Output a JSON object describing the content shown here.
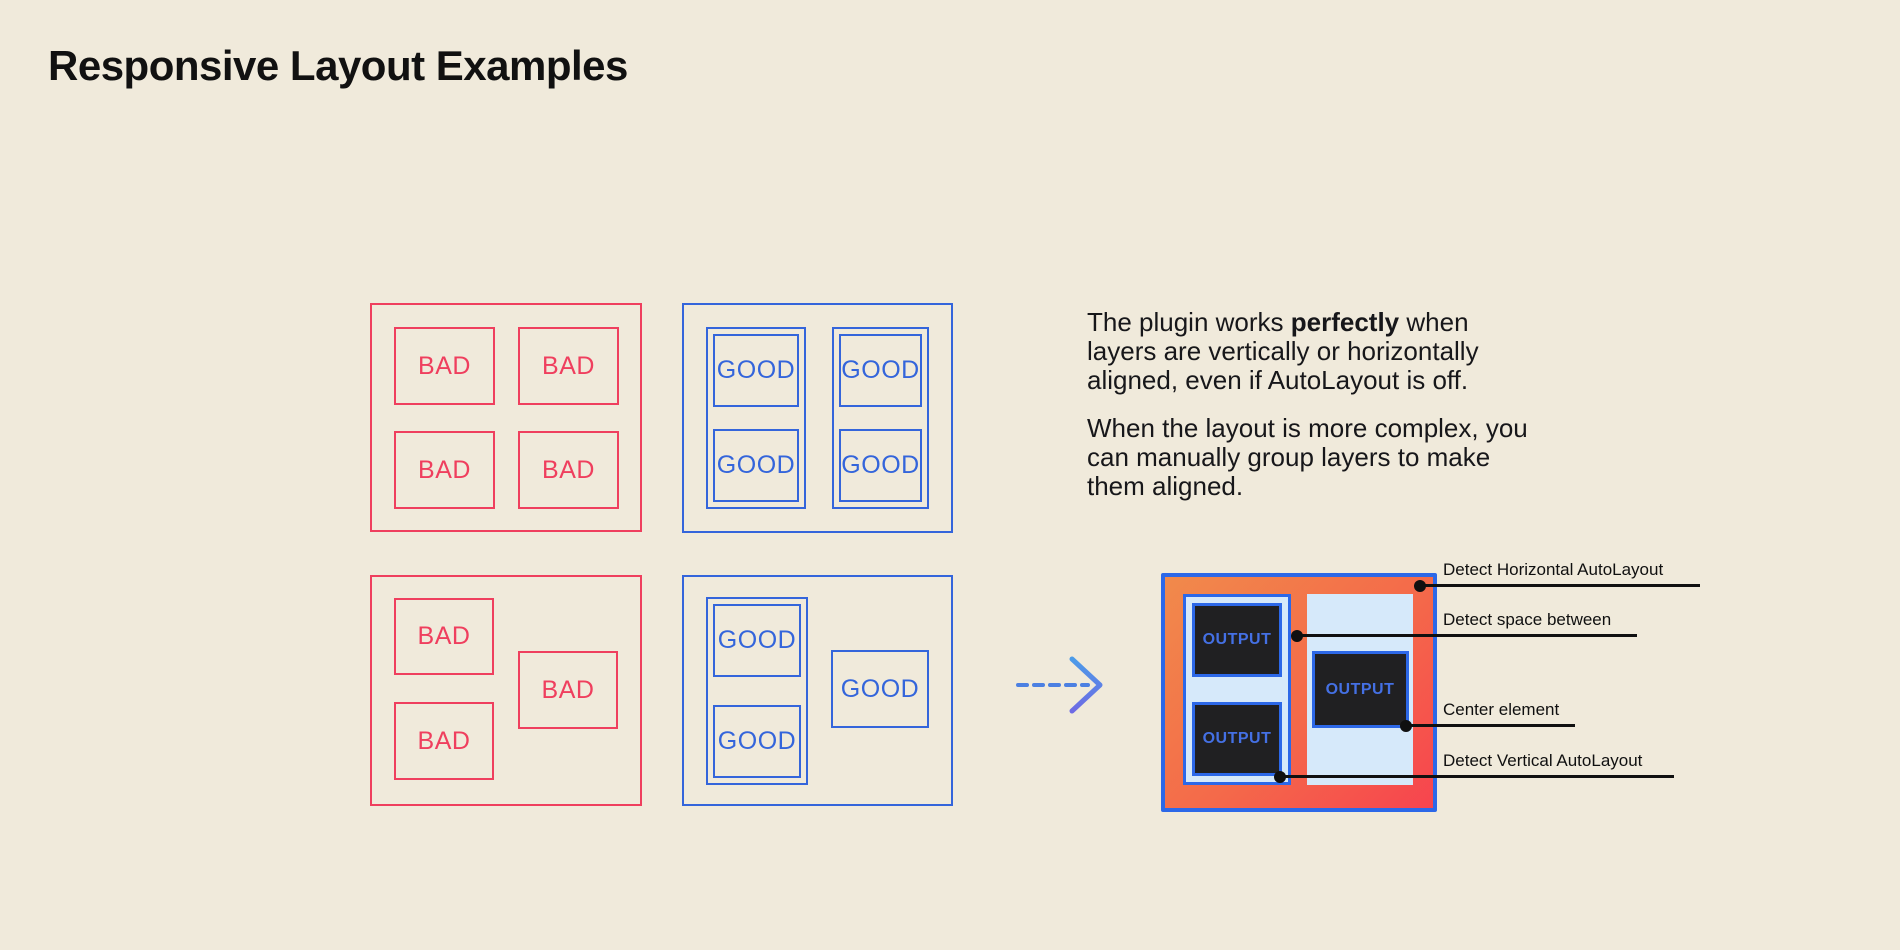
{
  "title": "Responsive Layout Examples",
  "labels": {
    "bad": "BAD",
    "good": "GOOD",
    "output": "OUTPUT"
  },
  "paragraphs": {
    "p1_before": "The plugin works ",
    "p1_bold": "perfectly",
    "p1_after": " when layers are vertically or horizontally aligned, even if AutoLayout is off.",
    "p2": "When the layout is more complex, you can manually group layers to make them aligned."
  },
  "annotations": [
    {
      "label": "Detect Horizontal AutoLayout"
    },
    {
      "label": "Detect space between"
    },
    {
      "label": "Center element"
    },
    {
      "label": "Detect Vertical AutoLayout"
    }
  ],
  "colors": {
    "background": "#F0EADB",
    "bad": "#EF3F5E",
    "good": "#3465DB",
    "frame_border": "#2C68E8",
    "frame_gradient_start": "#F18A4B",
    "frame_gradient_end": "#F7444E",
    "panel_light_blue": "#D6E9FA",
    "output_box_bg": "#202022",
    "output_text": "#4470E4",
    "arrow": "#4C80E2",
    "annotation": "#101010",
    "title_text": "#111111"
  }
}
